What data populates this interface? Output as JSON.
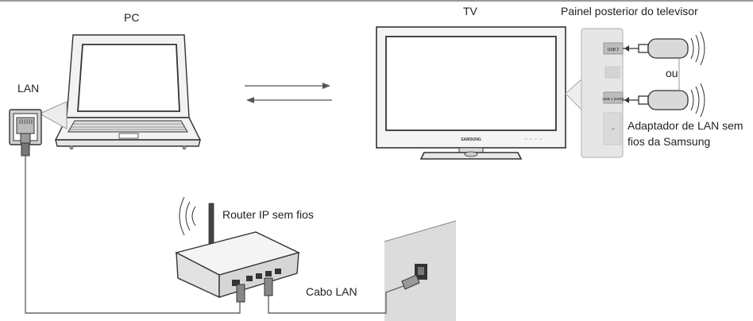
{
  "labels": {
    "pc": "PC",
    "tv": "TV",
    "panel": "Painel posterior do televisor",
    "lan": "LAN",
    "or": "ou",
    "adapter_line1": "Adaptador de LAN sem",
    "adapter_line2": "fios da Samsung",
    "router": "Router IP sem fios",
    "cable": "Cabo LAN"
  },
  "device_text": {
    "tv_brand": "SAMSUNG",
    "port_usb2": "USB 2",
    "port_usb1": "USB 1 (HDD)"
  },
  "colors": {
    "line": "#333333",
    "device_fill": "#f2f2f2",
    "screen_fill": "#ffffff",
    "panel_fill": "#e6e6e6",
    "wall_fill": "#dcdcdc",
    "dongle_fill": "#d9d9d9"
  }
}
